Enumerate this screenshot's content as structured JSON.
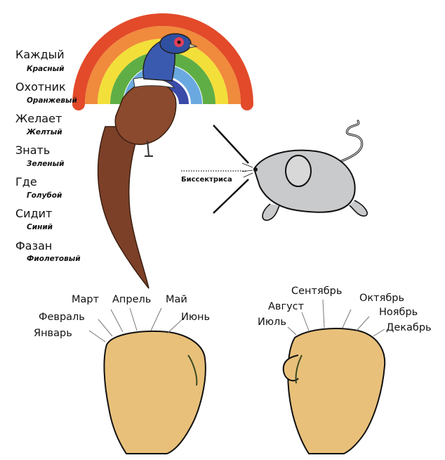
{
  "mnemonic": [
    {
      "word": "Каждый",
      "color_name": "Красный"
    },
    {
      "word": "Охотник",
      "color_name": "Оранжевый"
    },
    {
      "word": "Желает",
      "color_name": "Желтый"
    },
    {
      "word": "Знать",
      "color_name": "Зеленый"
    },
    {
      "word": "Где",
      "color_name": "Голубой"
    },
    {
      "word": "Сидит",
      "color_name": "Синий"
    },
    {
      "word": "Фазан",
      "color_name": "Фиолетовый"
    }
  ],
  "mouse_label": "Биссектриса",
  "left_fist": [
    "Январь",
    "Февраль",
    "Март",
    "Апрель",
    "Май",
    "Июнь"
  ],
  "right_fist": [
    "Июль",
    "Август",
    "Сентябрь",
    "Октябрь",
    "Ноябрь",
    "Декабрь"
  ],
  "colors": {
    "red": "#e24a2a",
    "orange": "#f08a3c",
    "yellow": "#f3df3a",
    "green": "#5fae45",
    "blue": "#6aa9e0",
    "indigo": "#3a4aa8",
    "violet": "#6d5aa0",
    "pheasant_brown": "#8b4a2e",
    "fist": "#e8c07a",
    "mouse": "#c9cacc"
  }
}
